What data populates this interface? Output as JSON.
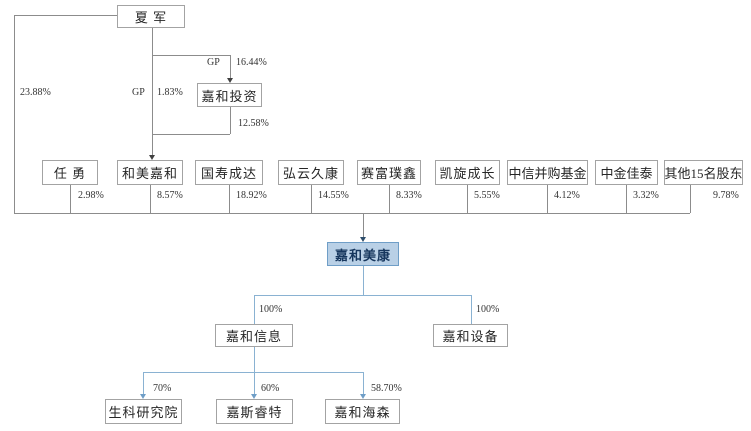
{
  "colors": {
    "highlight_fill": "#b9d0e6",
    "highlight_border": "#6f9ec7",
    "line_gray": "#8c8c8c",
    "line_blue": "#8ab2d2"
  },
  "nodes": {
    "founder": "夏 军",
    "gp_entity": "嘉和投资",
    "company": "嘉和美康"
  },
  "edges": {
    "founder_direct_pct": "23.88%",
    "gp_upper_label": "GP",
    "gp_upper_pct": "16.44%",
    "gp_lower_label": "GP",
    "gp_lower_pct": "1.83%",
    "investment_to_hemei_pct": "12.58%"
  },
  "shareholders": [
    {
      "label": "任 勇",
      "pct": "2.98%"
    },
    {
      "label": "和美嘉和",
      "pct": "8.57%"
    },
    {
      "label": "国寿成达",
      "pct": "18.92%"
    },
    {
      "label": "弘云久康",
      "pct": "14.55%"
    },
    {
      "label": "赛富璞鑫",
      "pct": "8.33%"
    },
    {
      "label": "凯旋成长",
      "pct": "5.55%"
    },
    {
      "label": "中信并购基金",
      "pct": "4.12%"
    },
    {
      "label": "中金佳泰",
      "pct": "3.32%"
    },
    {
      "label": "其他15名股东",
      "pct": "9.78%"
    }
  ],
  "subsidiaries": [
    {
      "label": "嘉和信息",
      "pct": "100%"
    },
    {
      "label": "嘉和设备",
      "pct": "100%"
    }
  ],
  "sub_subsidiaries": [
    {
      "label": "生科研究院",
      "pct": "70%"
    },
    {
      "label": "嘉斯睿特",
      "pct": "60%"
    },
    {
      "label": "嘉和海森",
      "pct": "58.70%"
    }
  ]
}
